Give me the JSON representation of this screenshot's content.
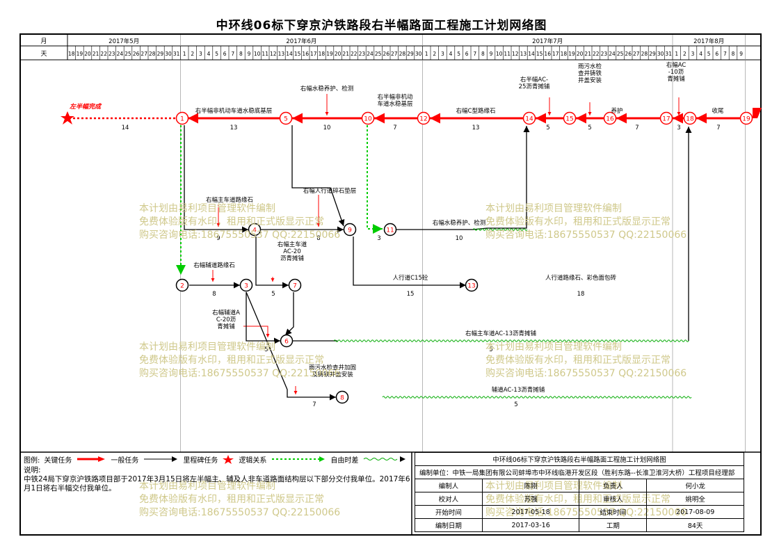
{
  "title": "中环线06标下穿京沪铁路段右半幅路面工程施工计划网络图",
  "header": {
    "month_label": "月",
    "day_label": "天",
    "months": [
      "2017年5月",
      "2017年6月",
      "2017年7月",
      "2017年8月"
    ],
    "days_may": [
      18,
      19,
      20,
      21,
      22,
      23,
      24,
      25,
      26,
      27,
      28,
      29,
      30,
      31
    ],
    "days_jun": 30,
    "days_jul": 31,
    "days_aug": 9
  },
  "milestone_label": "左半幅完成",
  "nodes": [
    {
      "id": "1"
    },
    {
      "id": "2"
    },
    {
      "id": "3"
    },
    {
      "id": "4"
    },
    {
      "id": "5"
    },
    {
      "id": "6"
    },
    {
      "id": "7"
    },
    {
      "id": "8"
    },
    {
      "id": "9"
    },
    {
      "id": "10"
    },
    {
      "id": "11"
    },
    {
      "id": "12"
    },
    {
      "id": "13"
    },
    {
      "id": "14"
    },
    {
      "id": "15"
    },
    {
      "id": "16"
    },
    {
      "id": "17"
    },
    {
      "id": "18"
    },
    {
      "id": "19"
    }
  ],
  "tasks": [
    {
      "label": "",
      "dur": "14"
    },
    {
      "label": "右半幅非机动车道水稳底基层",
      "dur": "13"
    },
    {
      "label": "右幅水稳养护、检测",
      "dur": "10"
    },
    {
      "label": "右半幅非机动车道水稳基层",
      "dur": "7"
    },
    {
      "label": "右幅C型路缘石",
      "dur": "13"
    },
    {
      "label": "右半幅AC-25沥青摊铺",
      "dur": "5"
    },
    {
      "label": "雨污水检查井铸铁井盖安装",
      "dur": "5"
    },
    {
      "label": "养护",
      "dur": "7"
    },
    {
      "label": "右幅AC-10沥青摊铺",
      "dur": "3"
    },
    {
      "label": "收尾",
      "dur": "7"
    },
    {
      "label": "右幅主车道路缘石",
      "dur": "9"
    },
    {
      "label": "右幅人行道碎石垫层",
      "dur": "8"
    },
    {
      "label": "右幅水稳养护、检测",
      "dur": "10"
    },
    {
      "label": "",
      "dur": "3"
    },
    {
      "label": "右幅辅道路缘石",
      "dur": "8"
    },
    {
      "label": "右幅主车道AC-20沥青摊铺",
      "dur": "5"
    },
    {
      "label": "人行道C15砼",
      "dur": "15"
    },
    {
      "label": "人行道路缘石、彩色面包砖",
      "dur": "18"
    },
    {
      "label": "右幅辅道AC-20沥青摊铺",
      "dur": "5"
    },
    {
      "label": "右幅主车道AC-13沥青摊铺",
      "dur": "5"
    },
    {
      "label": "雨污水检查井加固及铸铁井盖安装",
      "dur": "7"
    },
    {
      "label": "辅道AC-13沥青摊铺",
      "dur": "5"
    }
  ],
  "watermark": [
    "本计划由易利项目管理软件编制",
    "免费体验版有水印，租用和正式版显示正常",
    "购买咨询电话:18675550537 QQ:22150066"
  ],
  "legend": {
    "label": "图例:",
    "critical": "关键任务",
    "normal": "一般任务",
    "milestone": "里程碑任务",
    "logic": "逻辑关系",
    "float": "自由时差"
  },
  "note": {
    "label": "说明:",
    "text": "中铁24局下穿京沪铁路项目部于2017年3月15日将左半幅主、辅及人非车道路面结构层以下部分交付我单位。2017年6月1日将右半幅交付我单位。"
  },
  "info": {
    "title": "中环线06标下穿京沪铁路段右半幅路面工程施工计划网络图",
    "unit": "编制单位：中铁一局集团有限公司蚌埠市中环线临港开发区段（胜利东路--长淮卫淮河大桥）工程项目经理部",
    "compiler_label": "编制人",
    "compiler": "陈刚",
    "manager_label": "负责人",
    "manager": "何小龙",
    "checker_label": "校对人",
    "checker": "苏强",
    "reviewer_label": "审核人",
    "reviewer": "姚明全",
    "start_label": "开始时间",
    "start": "2017-05-18",
    "end_label": "结束时间",
    "end": "2017-08-09",
    "date_label": "编制日期",
    "date": "2017-03-16",
    "days_label": "工期",
    "days": "84天"
  },
  "colors": {
    "critical": "#ff0000",
    "logic": "#00cc00",
    "float": "#00aa00",
    "watermark": "#cfc88a"
  }
}
